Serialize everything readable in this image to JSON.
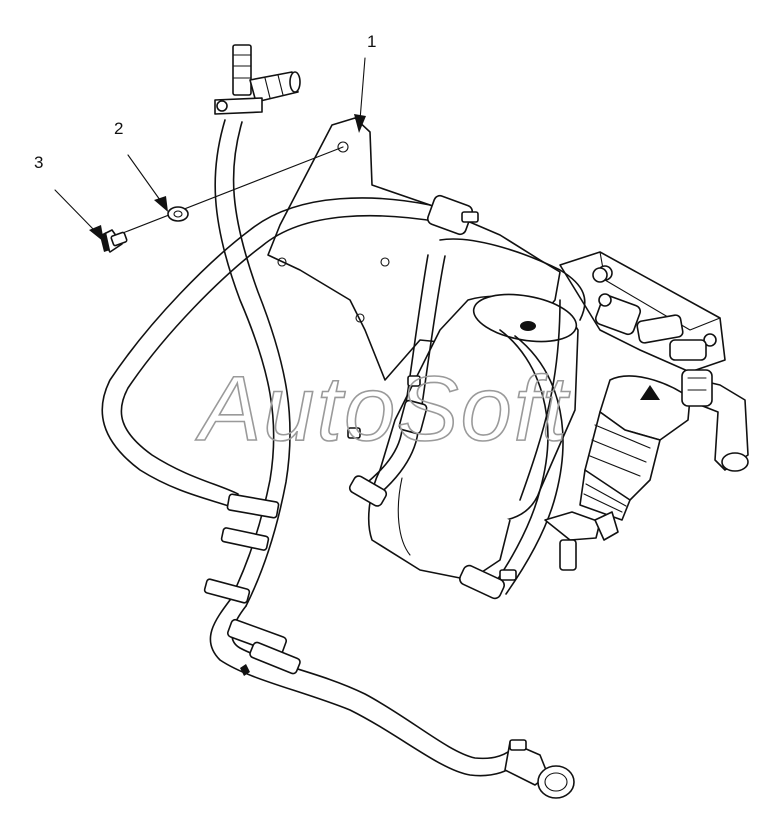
{
  "callouts": [
    {
      "label": "1"
    },
    {
      "label": "2"
    },
    {
      "label": "3"
    }
  ],
  "watermark": "AutoSoft",
  "colors": {
    "line": "#111111",
    "background": "#ffffff",
    "watermark": "#9a9a9a"
  }
}
